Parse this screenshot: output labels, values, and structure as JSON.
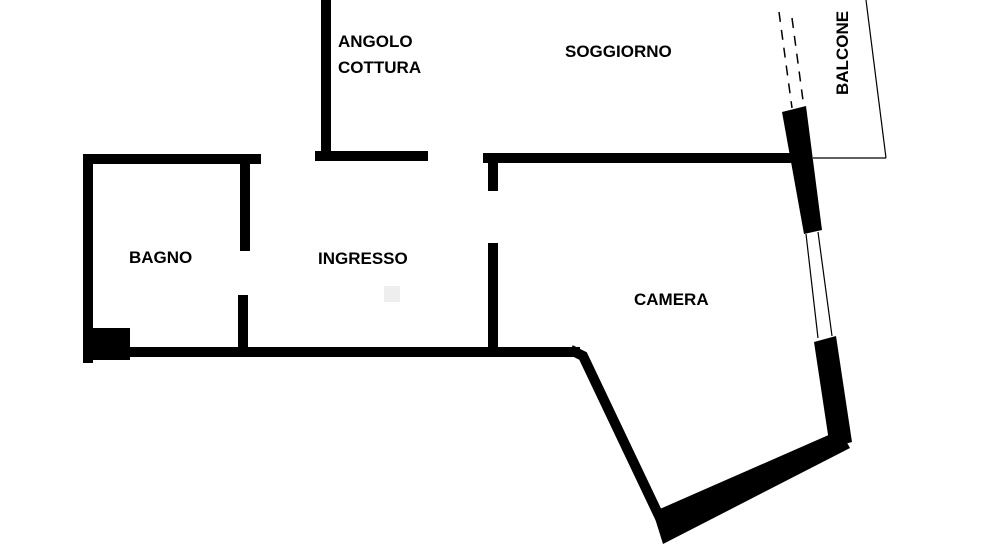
{
  "floorplan": {
    "rooms": {
      "angolo_line1": "ANGOLO",
      "angolo_line2": "COTTURA",
      "soggiorno": "SOGGIORNO",
      "balcone": "BALCONE",
      "bagno": "BAGNO",
      "ingresso": "INGRESSO",
      "camera": "CAMERA"
    },
    "colors": {
      "wall": "#000000",
      "background": "#ffffff"
    }
  }
}
